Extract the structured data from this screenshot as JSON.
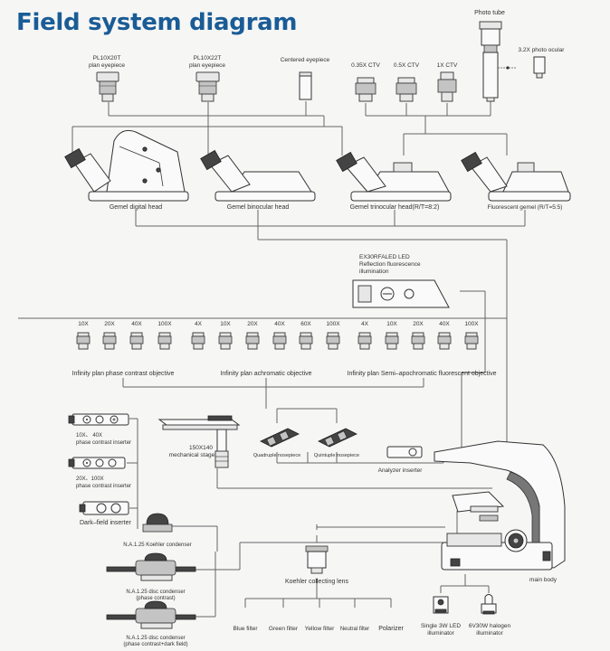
{
  "title": "Field system diagram",
  "labels": {
    "photo_tube": "Photo tube",
    "photo_ocular": "3.2X photo ocular",
    "eyepiece_20": [
      "PL10X20T",
      "plan eyepiece"
    ],
    "eyepiece_22": [
      "PL10X22T",
      "plan eyepiece"
    ],
    "centered_eyepiece": "Centered eyepiece",
    "ctv_035": "0.35X CTV",
    "ctv_05": "0.5X CTV",
    "ctv_1": "1X CTV",
    "head_digital": "Gemel digital head",
    "head_binocular": "Gemel binocular head",
    "head_trinocular": "Gemel trinocular head(R/T=8:2)",
    "head_fluorescent": "Fluorescent gemel (R/T=5:5)",
    "ex30": [
      "EX30RFALED LED",
      "Reflection fluorescence",
      "illumination"
    ],
    "phase_objective": "Infinity plan phase contrast objective",
    "achromatic_objective": "Infinity plan achromatic objective",
    "semiapo_objective": "Infinity plan Semi–apochromatic fluorescent objective",
    "inserter_1040": [
      "10X、 40X",
      "phase contrast inserter"
    ],
    "inserter_20100": [
      "20X、100X",
      "phase contrast inserter"
    ],
    "darkfield_inserter": "Dark–field inserter",
    "stage": [
      "150X140",
      "mechanical stage"
    ],
    "quadruple": "Quadruple nosepiece",
    "quintuple": "Quintuple nosepiece",
    "analyzer": "Analyzer inserter",
    "koehler_condenser": "N.A.1.25 Koehler condenser",
    "disc_condenser_pc": [
      "N.A.1.25 disc condenser",
      "(phase contrast)"
    ],
    "disc_condenser_df": [
      "N.A.1.25 disc condenser",
      "(phase contrast+dark field)"
    ],
    "collecting_lens": "Koehler collecting lens",
    "main_body": "main body",
    "led_illuminator": [
      "Single 3W LED",
      "illuminator"
    ],
    "halogen_illuminator": [
      "6V30W halogen",
      "illuminator"
    ]
  },
  "objectives": {
    "phase": [
      "10X",
      "20X",
      "40X",
      "100X"
    ],
    "achromatic": [
      "4X",
      "10X",
      "20X",
      "40X",
      "60X",
      "100X"
    ],
    "semiapo": [
      "4X",
      "10X",
      "20X",
      "40X",
      "100X"
    ]
  },
  "filters": [
    "Blue filter",
    "Green filter",
    "Yellow filter",
    "Neutral filter",
    "Polarizer"
  ]
}
